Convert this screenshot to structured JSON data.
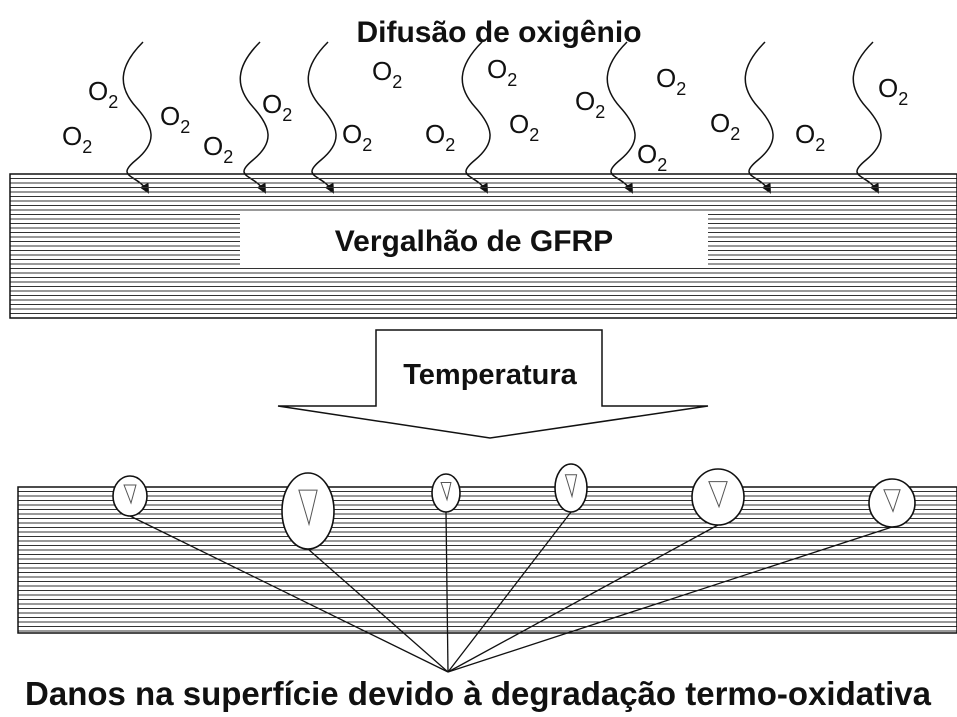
{
  "title": "Difusão de oxigênio",
  "rebar_label": "Vergalhão de GFRP",
  "arrow_label": "Temperatura",
  "bottom_label": "Danos na superfície devido à degradação termo-oxidativa",
  "o2_symbol": "O",
  "o2_subscript": "2",
  "colors": {
    "line": "#111111",
    "background": "#ffffff"
  }
}
